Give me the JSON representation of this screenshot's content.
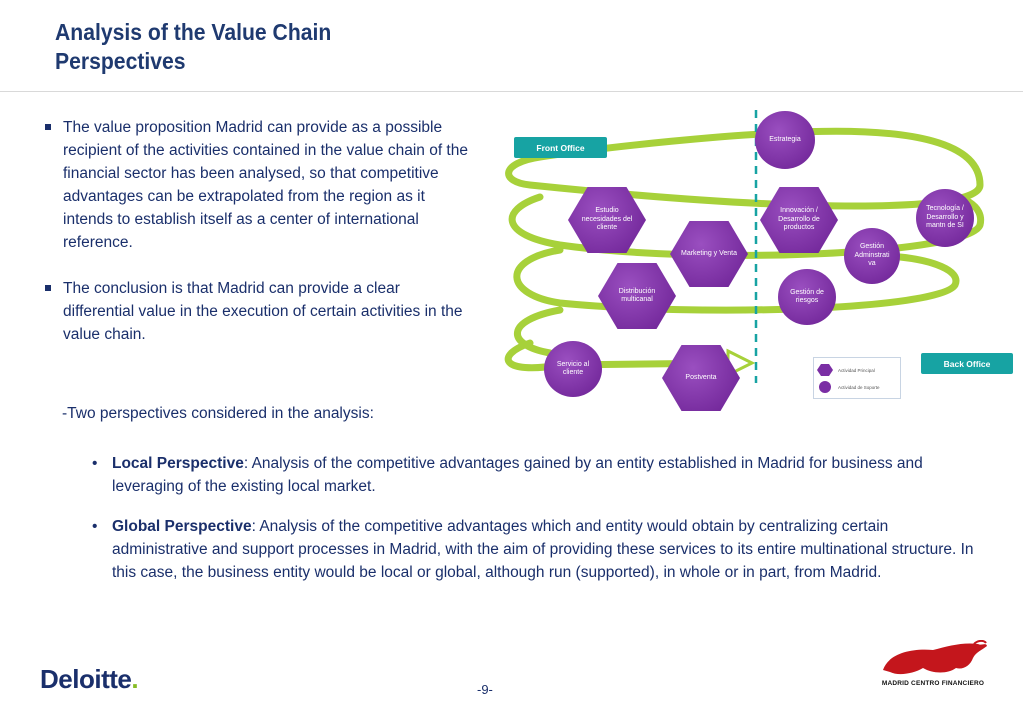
{
  "title": {
    "line1": "Analysis of the Value Chain",
    "line2": "Perspectives"
  },
  "bullets": [
    "The value proposition Madrid can provide as a possible recipient of the activities contained in the value chain of the financial sector has been analysed, so that competitive advantages can be extrapolated from the region as it intends to establish itself as a center of international reference.",
    "The conclusion is that Madrid can provide a clear differential value in the execution of certain activities in the value chain."
  ],
  "perspectives_intro": "-Two perspectives considered in the analysis:",
  "perspectives": [
    {
      "name": "Local Perspective",
      "text": ": Analysis of the competitive advantages gained by an entity established in Madrid for business and leveraging of the existing local market."
    },
    {
      "name": "Global Perspective",
      "text": ": Analysis of the competitive advantages which and entity would obtain by centralizing certain administrative and support processes in Madrid, with the aim of providing these services to its entire multinational structure. In this case, the business entity would be local or global, although run (supported), in whole or in part, from Madrid."
    }
  ],
  "diagram": {
    "front_office": "Front Office",
    "back_office": "Back Office",
    "nodes": {
      "estrategia": "Estrategia",
      "estudio": "Estudio necesidades del cliente",
      "innovacion": "Innovación / Desarrollo de productos",
      "tecnologia": "Tecnología / Desarrollo y mantn de SI",
      "marketing": "Marketing y Venta",
      "gestion_admin": "Gestión Adminstrati va",
      "distribucion": "Distribución multicanal",
      "gestion_riesgos": "Gestión de riesgos",
      "servicio": "Servicio al cliente",
      "postventa": "Postventa"
    },
    "legend": {
      "principal": "Actividad Principal",
      "soporte": "Actividad de Soporte"
    },
    "colors": {
      "spiral": "#a7d13a",
      "node": "#7a2ea4",
      "tag": "#17a3a3",
      "divider": "#17a3a3"
    }
  },
  "footer": {
    "logo_text": "Deloitte",
    "logo_dot": ".",
    "page_number": "-9-",
    "partner_name": "MADRID CENTRO FINANCIERO",
    "partner_icon": "bull-icon"
  }
}
